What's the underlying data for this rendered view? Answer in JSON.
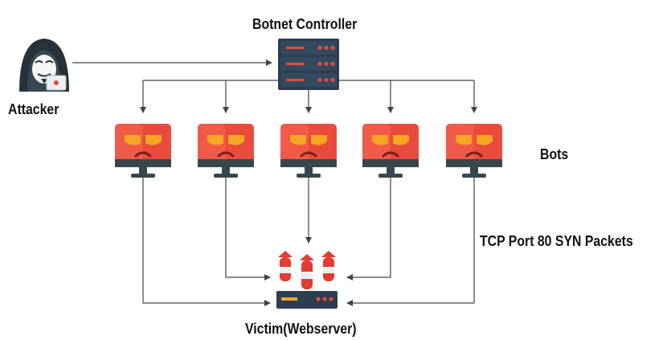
{
  "labels": {
    "controller": "Botnet Controller",
    "attacker": "Attacker",
    "bots": "Bots",
    "packets": "TCP Port 80 SYN Packets",
    "victim": "Victim(Webserver)"
  },
  "nodes": {
    "attacker": {
      "icon": "hooded-hacker-icon"
    },
    "controller": {
      "icon": "server-rack-icon"
    },
    "bots": [
      {
        "icon": "angry-monitor-icon"
      },
      {
        "icon": "angry-monitor-icon"
      },
      {
        "icon": "angry-monitor-icon"
      },
      {
        "icon": "angry-monitor-icon"
      },
      {
        "icon": "angry-monitor-icon"
      }
    ],
    "victim": {
      "icon": "server-under-attack-icon"
    }
  },
  "colors": {
    "bot_red": "#e94b3c",
    "bot_dark": "#c0392b",
    "eye_yellow": "#f6a623",
    "stand_gray": "#37474f",
    "server_dark": "#2c3e50",
    "server_led": "#e74c3c",
    "bomb_red": "#e23c33",
    "bomb_white": "#eceff1",
    "arrow": "#444444"
  }
}
